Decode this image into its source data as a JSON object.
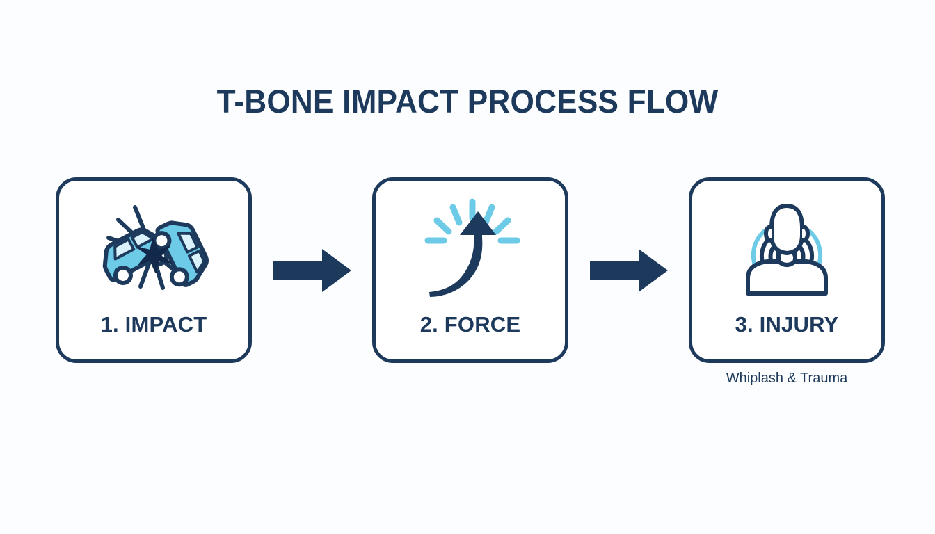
{
  "page": {
    "title": "T-BONE IMPACT PROCESS FLOW",
    "background_color": "#fcfdfe",
    "accent_navy": "#1d3a5c",
    "accent_light_blue": "#6dcbe8"
  },
  "flow": {
    "steps": [
      {
        "label": "1. IMPACT",
        "icon": "car-crash-icon",
        "caption": ""
      },
      {
        "label": "2. FORCE",
        "icon": "curved-force-arrow-icon",
        "caption": ""
      },
      {
        "label": "3. INJURY",
        "icon": "person-neck-pain-icon",
        "caption": "Whiplash & Trauma"
      }
    ],
    "connectors": [
      {
        "icon": "right-arrow-icon"
      },
      {
        "icon": "right-arrow-icon"
      }
    ]
  }
}
